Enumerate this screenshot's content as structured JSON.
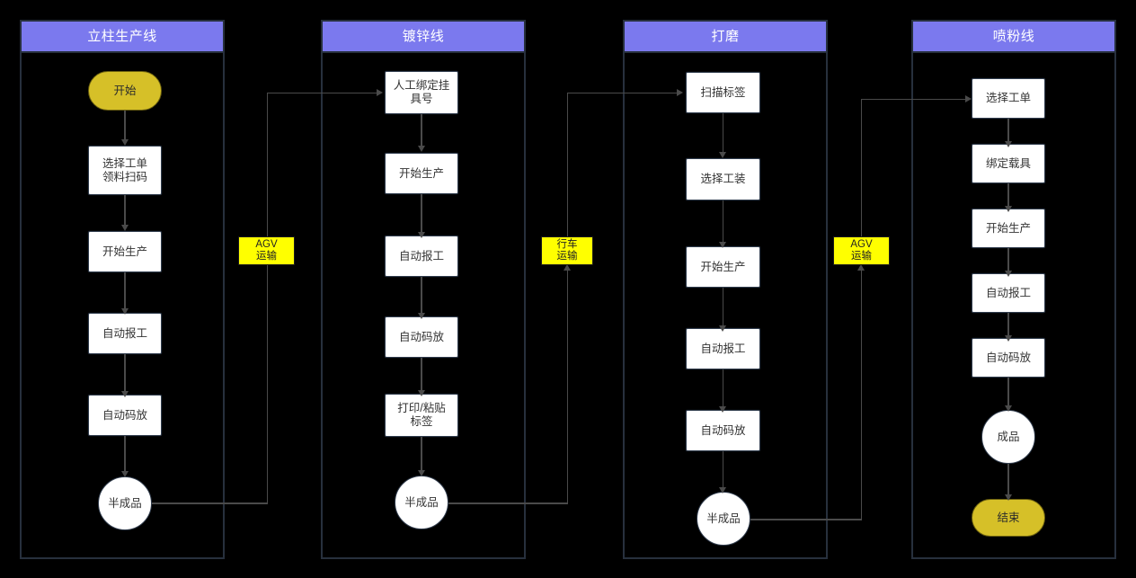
{
  "diagram": {
    "type": "swimlane-flowchart",
    "background": "#000000",
    "colors": {
      "lane_header": "#7b79ee",
      "terminator": "#d6c028",
      "transport_label": "#ffff00",
      "process_fill": "#ffffff",
      "border": "#2f3b4c",
      "connector": "#4a4a4a"
    }
  },
  "lanes": [
    {
      "id": "lane1",
      "title": "立柱生产线",
      "nodes": [
        {
          "id": "l1n1",
          "label": "开始",
          "shape": "terminator"
        },
        {
          "id": "l1n2",
          "label": "选择工单\n领料扫码",
          "shape": "process"
        },
        {
          "id": "l1n3",
          "label": "开始生产",
          "shape": "process"
        },
        {
          "id": "l1n4",
          "label": "自动报工",
          "shape": "process"
        },
        {
          "id": "l1n5",
          "label": "自动码放",
          "shape": "process"
        },
        {
          "id": "l1n6",
          "label": "半成品",
          "shape": "circle"
        }
      ]
    },
    {
      "id": "lane2",
      "title": "镀锌线",
      "nodes": [
        {
          "id": "l2n1",
          "label": "人工绑定挂\n具号",
          "shape": "process"
        },
        {
          "id": "l2n2",
          "label": "开始生产",
          "shape": "process"
        },
        {
          "id": "l2n3",
          "label": "自动报工",
          "shape": "process"
        },
        {
          "id": "l2n4",
          "label": "自动码放",
          "shape": "process"
        },
        {
          "id": "l2n5",
          "label": "打印/粘贴\n标签",
          "shape": "process"
        },
        {
          "id": "l2n6",
          "label": "半成品",
          "shape": "circle"
        }
      ]
    },
    {
      "id": "lane3",
      "title": "打磨",
      "nodes": [
        {
          "id": "l3n1",
          "label": "扫描标签",
          "shape": "process"
        },
        {
          "id": "l3n2",
          "label": "选择工装",
          "shape": "process"
        },
        {
          "id": "l3n3",
          "label": "开始生产",
          "shape": "process"
        },
        {
          "id": "l3n4",
          "label": "自动报工",
          "shape": "process"
        },
        {
          "id": "l3n5",
          "label": "自动码放",
          "shape": "process"
        },
        {
          "id": "l3n6",
          "label": "半成品",
          "shape": "circle"
        }
      ]
    },
    {
      "id": "lane4",
      "title": "喷粉线",
      "nodes": [
        {
          "id": "l4n1",
          "label": "选择工单",
          "shape": "process"
        },
        {
          "id": "l4n2",
          "label": "绑定载具",
          "shape": "process"
        },
        {
          "id": "l4n3",
          "label": "开始生产",
          "shape": "process"
        },
        {
          "id": "l4n4",
          "label": "自动报工",
          "shape": "process"
        },
        {
          "id": "l4n5",
          "label": "自动码放",
          "shape": "process"
        },
        {
          "id": "l4n6",
          "label": "成品",
          "shape": "circle"
        },
        {
          "id": "l4n7",
          "label": "结束",
          "shape": "terminator"
        }
      ]
    }
  ],
  "transports": [
    {
      "id": "t1",
      "label": "AGV\n运输",
      "from": "l1n6",
      "to": "l2n1"
    },
    {
      "id": "t2",
      "label": "行车\n运输",
      "from": "l2n6",
      "to": "l3n1"
    },
    {
      "id": "t3",
      "label": "AGV\n运输",
      "from": "l3n6",
      "to": "l4n1"
    }
  ]
}
